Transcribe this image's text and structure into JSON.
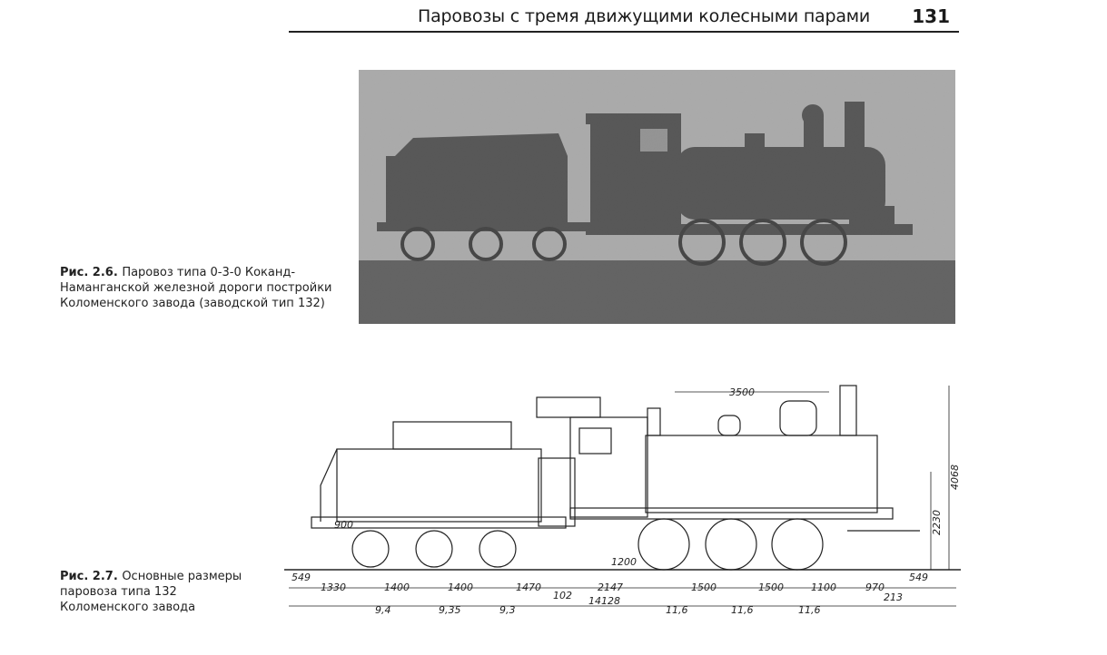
{
  "header": {
    "title": "Паровозы с тремя движущими колесными парами",
    "page_number": "131"
  },
  "figure_1": {
    "label": "Рис. 2.6.",
    "caption": "Паровоз типа 0-3-0 Коканд-Наманганской железной дороги постройки Коломенского завода (заводской тип 132)"
  },
  "figure_2": {
    "label": "Рис. 2.7.",
    "caption": "Основные размеры паровоза типа 132 Коломенского завода",
    "dimensions": {
      "top_length": "3500",
      "total_height": "4068",
      "boiler_axis_height": "2230",
      "tender_wheel": "900",
      "driving_wheel": "1200",
      "bottom": [
        "549",
        "1330",
        "1400",
        "1400",
        "1470",
        "102",
        "2147",
        "1500",
        "1500",
        "1100",
        "970",
        "213",
        "549"
      ],
      "total_length": "14128",
      "axle_loads": [
        "9,4",
        "9,35",
        "9,3",
        "11,6",
        "11,6",
        "11,6"
      ]
    }
  }
}
